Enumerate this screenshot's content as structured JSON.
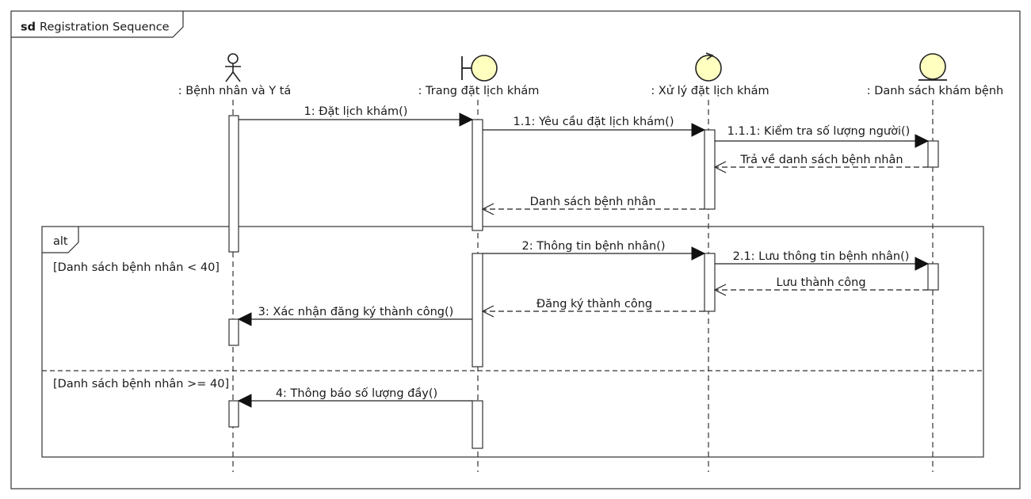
{
  "diagram": {
    "frame_keyword": "sd",
    "frame_name": "Registration Sequence",
    "lifelines": [
      {
        "label": ": Bệnh nhân và Y tá",
        "kind": "actor"
      },
      {
        "label": ": Trang đặt lịch khám",
        "kind": "boundary"
      },
      {
        "label": ": Xử lý đặt lịch khám",
        "kind": "control"
      },
      {
        "label": ": Danh sách khám bệnh",
        "kind": "entity"
      }
    ],
    "messages": [
      {
        "label": "1: Đặt lịch khám()",
        "from": 0,
        "to": 1,
        "type": "sync"
      },
      {
        "label": "1.1: Yêu cầu đặt lịch khám()",
        "from": 1,
        "to": 2,
        "type": "sync"
      },
      {
        "label": "1.1.1: Kiểm tra số lượng người()",
        "from": 2,
        "to": 3,
        "type": "sync"
      },
      {
        "label": "Trả về danh sách bệnh nhân",
        "from": 3,
        "to": 2,
        "type": "reply"
      },
      {
        "label": "Danh sách bệnh nhân",
        "from": 2,
        "to": 1,
        "type": "reply"
      },
      {
        "label": "2: Thông tin bệnh nhân()",
        "from": 1,
        "to": 2,
        "type": "sync"
      },
      {
        "label": "2.1: Lưu thông tin bệnh nhân()",
        "from": 2,
        "to": 3,
        "type": "sync"
      },
      {
        "label": "Lưu thành công",
        "from": 3,
        "to": 2,
        "type": "reply"
      },
      {
        "label": "Đăng ký thành công",
        "from": 2,
        "to": 1,
        "type": "reply"
      },
      {
        "label": "3: Xác nhận đăng ký thành công()",
        "from": 1,
        "to": 0,
        "type": "sync"
      },
      {
        "label": "4: Thông báo số lượng đầy()",
        "from": 1,
        "to": 0,
        "type": "sync"
      }
    ],
    "fragment": {
      "operator": "alt",
      "guards": [
        "[Danh sách bệnh nhân < 40]",
        "[Danh sách bệnh nhân >= 40]"
      ]
    },
    "colors": {
      "icon_fill": "#ffffc0",
      "line": "#222222"
    }
  }
}
